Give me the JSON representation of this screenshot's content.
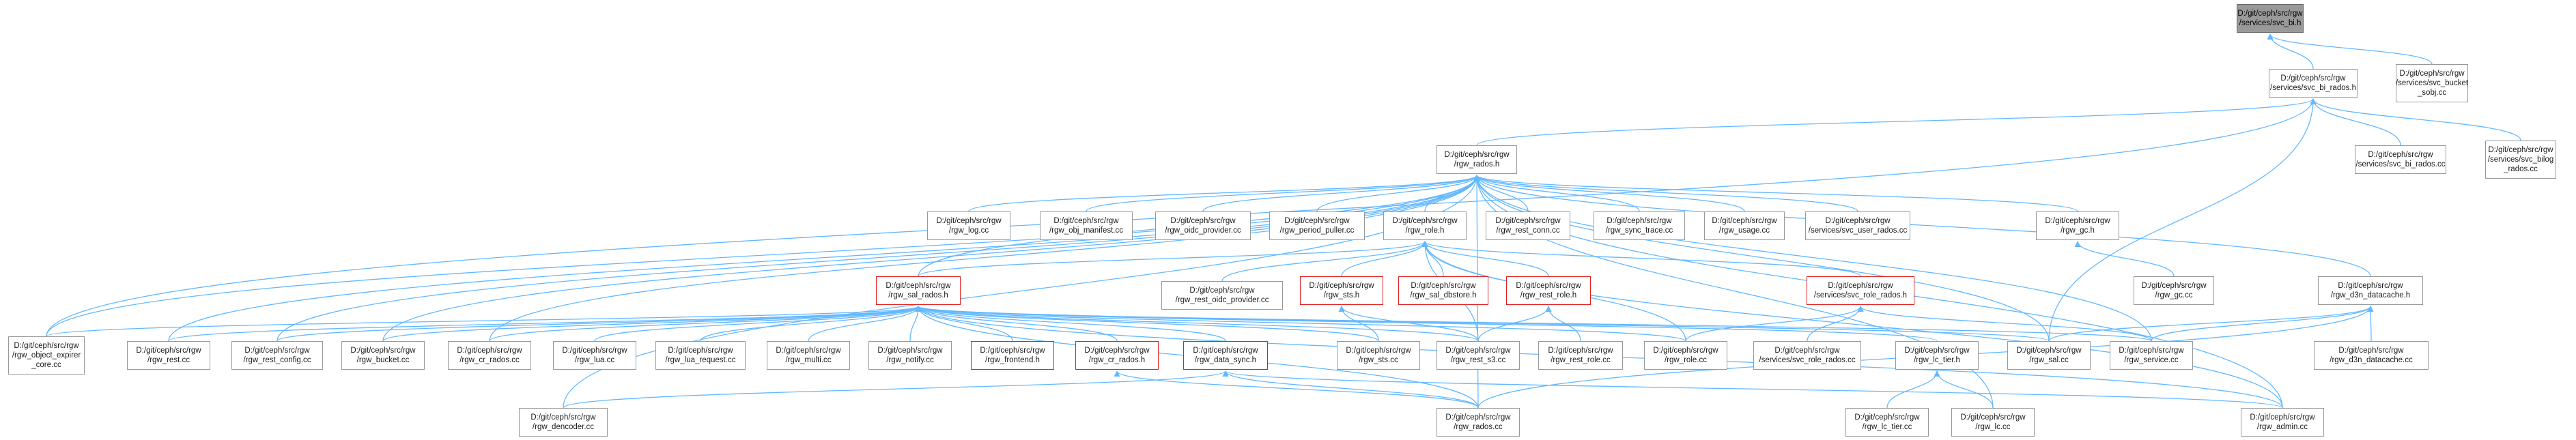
{
  "colors": {
    "edge": "#63b8ff",
    "border": "#999999",
    "border_red": "#e02020",
    "root_fill": "#999999"
  },
  "nodes": {
    "svc_bi_h": "D:/git/ceph/src/rgw\n/services/svc_bi.h",
    "svc_bi_rados_h": "D:/git/ceph/src/rgw\n/services/svc_bi_rados.h",
    "svc_bucket_sobj_cc": "D:/git/ceph/src/rgw\n/services/svc_bucket\n_sobj.cc",
    "rgw_rados_h": "D:/git/ceph/src/rgw\n/rgw_rados.h",
    "svc_bi_rados_cc": "D:/git/ceph/src/rgw\n/services/svc_bi_rados.cc",
    "svc_bilog_rados_cc": "D:/git/ceph/src/rgw\n/services/svc_bilog\n_rados.cc",
    "rgw_log_cc": "D:/git/ceph/src/rgw\n/rgw_log.cc",
    "rgw_obj_manifest_cc": "D:/git/ceph/src/rgw\n/rgw_obj_manifest.cc",
    "rgw_oidc_provider_cc": "D:/git/ceph/src/rgw\n/rgw_oidc_provider.cc",
    "rgw_period_puller_cc": "D:/git/ceph/src/rgw\n/rgw_period_puller.cc",
    "rgw_role_h": "D:/git/ceph/src/rgw\n/rgw_role.h",
    "rgw_rest_conn_cc": "D:/git/ceph/src/rgw\n/rgw_rest_conn.cc",
    "rgw_sync_trace_cc": "D:/git/ceph/src/rgw\n/rgw_sync_trace.cc",
    "rgw_usage_cc": "D:/git/ceph/src/rgw\n/rgw_usage.cc",
    "svc_user_rados_cc": "D:/git/ceph/src/rgw\n/services/svc_user_rados.cc",
    "rgw_gc_h": "D:/git/ceph/src/rgw\n/rgw_gc.h",
    "rgw_sal_rados_h": "D:/git/ceph/src/rgw\n/rgw_sal_rados.h",
    "rgw_rest_oidc_provider_cc": "D:/git/ceph/src/rgw\n/rgw_rest_oidc_provider.cc",
    "rgw_sts_h": "D:/git/ceph/src/rgw\n/rgw_sts.h",
    "rgw_sal_dbstore_h": "D:/git/ceph/src/rgw\n/rgw_sal_dbstore.h",
    "rgw_rest_role_h": "D:/git/ceph/src/rgw\n/rgw_rest_role.h",
    "svc_role_rados_h": "D:/git/ceph/src/rgw\n/services/svc_role_rados.h",
    "rgw_gc_cc": "D:/git/ceph/src/rgw\n/rgw_gc.cc",
    "rgw_d3n_datacache_h": "D:/git/ceph/src/rgw\n/rgw_d3n_datacache.h",
    "rgw_object_expirer_core_cc": "D:/git/ceph/src/rgw\n/rgw_object_expirer\n_core.cc",
    "rgw_rest_cc": "D:/git/ceph/src/rgw\n/rgw_rest.cc",
    "rgw_rest_config_cc": "D:/git/ceph/src/rgw\n/rgw_rest_config.cc",
    "rgw_bucket_cc": "D:/git/ceph/src/rgw\n/rgw_bucket.cc",
    "rgw_cr_rados_cc": "D:/git/ceph/src/rgw\n/rgw_cr_rados.cc",
    "rgw_lua_cc": "D:/git/ceph/src/rgw\n/rgw_lua.cc",
    "rgw_lua_request_cc": "D:/git/ceph/src/rgw\n/rgw_lua_request.cc",
    "rgw_multi_cc": "D:/git/ceph/src/rgw\n/rgw_multi.cc",
    "rgw_notify_cc": "D:/git/ceph/src/rgw\n/rgw_notify.cc",
    "rgw_frontend_h": "D:/git/ceph/src/rgw\n/rgw_frontend.h",
    "rgw_cr_rados_h": "D:/git/ceph/src/rgw\n/rgw_cr_rados.h",
    "rgw_data_sync_h": "D:/git/ceph/src/rgw\n/rgw_data_sync.h",
    "rgw_sts_cc": "D:/git/ceph/src/rgw\n/rgw_sts.cc",
    "rgw_rest_s3_cc": "D:/git/ceph/src/rgw\n/rgw_rest_s3.cc",
    "rgw_rest_role_cc": "D:/git/ceph/src/rgw\n/rgw_rest_role.cc",
    "rgw_role_cc": "D:/git/ceph/src/rgw\n/rgw_role.cc",
    "svc_role_rados_cc": "D:/git/ceph/src/rgw\n/services/svc_role_rados.cc",
    "rgw_lc_tier_h": "D:/git/ceph/src/rgw\n/rgw_lc_tier.h",
    "rgw_sal_cc": "D:/git/ceph/src/rgw\n/rgw_sal.cc",
    "rgw_service_cc": "D:/git/ceph/src/rgw\n/rgw_service.cc",
    "rgw_d3n_datacache_cc": "D:/git/ceph/src/rgw\n/rgw_d3n_datacache.cc",
    "rgw_dencoder_cc": "D:/git/ceph/src/rgw\n/rgw_dencoder.cc",
    "rgw_rados_cc": "D:/git/ceph/src/rgw\n/rgw_rados.cc",
    "rgw_lc_tier_cc": "D:/git/ceph/src/rgw\n/rgw_lc_tier.cc",
    "rgw_lc_cc": "D:/git/ceph/src/rgw\n/rgw_lc.cc",
    "rgw_admin_cc": "D:/git/ceph/src/rgw\n/rgw_admin.cc"
  }
}
